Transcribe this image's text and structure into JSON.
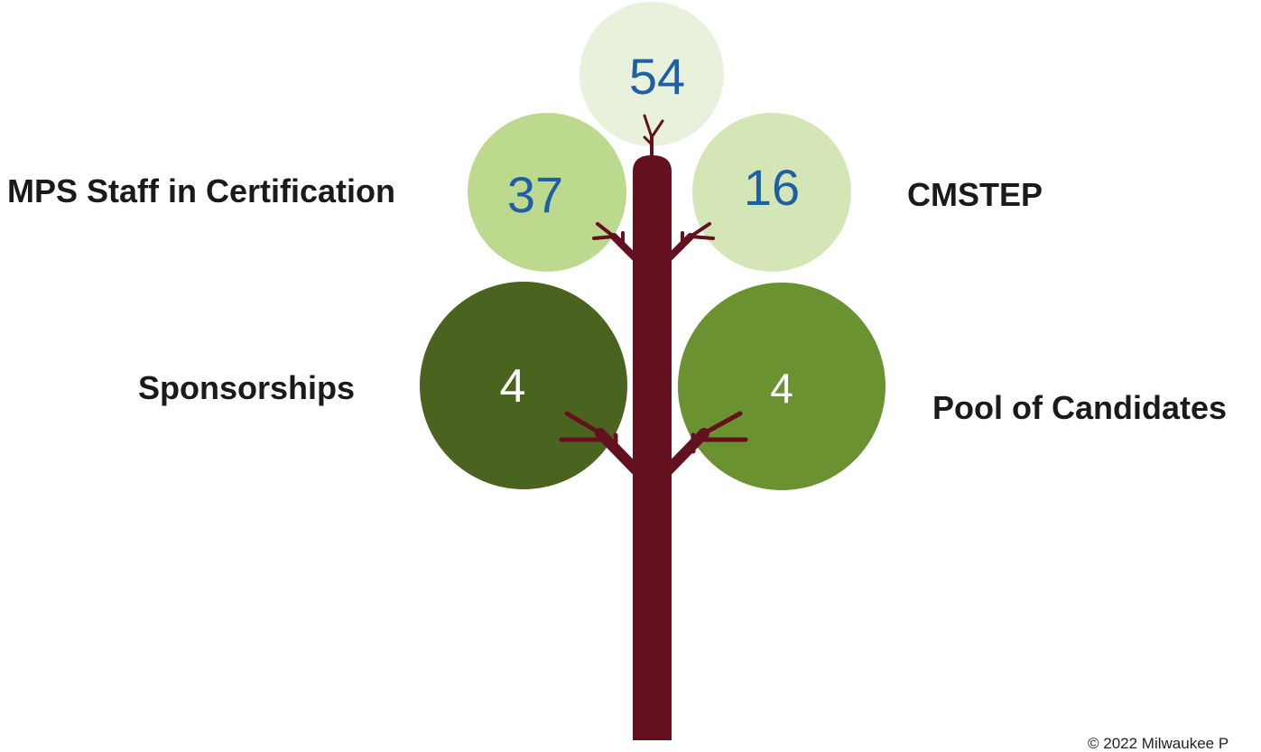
{
  "nodes": [
    {
      "id": "top",
      "value": "54",
      "label": "",
      "fill": "#e8f1dc",
      "text_color": "#1f5fa6"
    },
    {
      "id": "upper-left",
      "value": "37",
      "label": "MPS Staff in Certification",
      "fill": "#bcd98e",
      "text_color": "#1f5fa6"
    },
    {
      "id": "upper-right",
      "value": "16",
      "label": "CMSTEP",
      "fill": "#d4e6b5",
      "text_color": "#1f5fa6"
    },
    {
      "id": "lower-left",
      "value": "4",
      "label": "Sponsorships",
      "fill": "#4a6420",
      "text_color": "#ffffff"
    },
    {
      "id": "lower-right",
      "value": "4",
      "label": "Pool of Candidates",
      "fill": "#6b9230",
      "text_color": "#ffffff"
    }
  ],
  "trunk_color": "#63111e",
  "footer": "© 2022 Milwaukee P"
}
